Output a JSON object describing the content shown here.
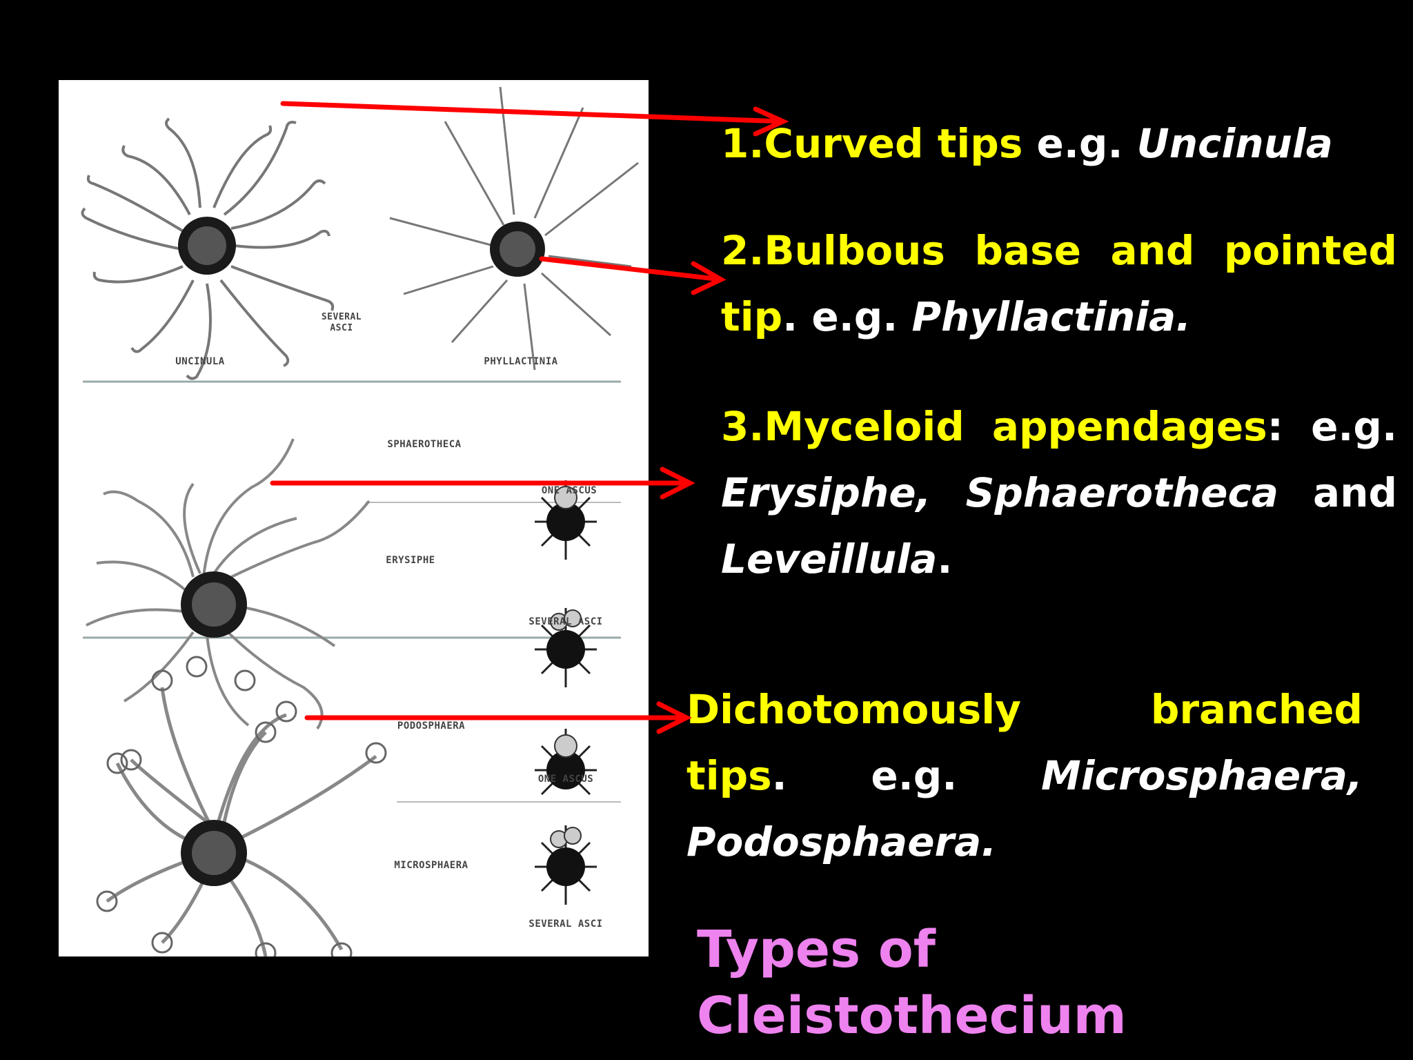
{
  "figure": {
    "labels": {
      "uncinula": "UNCINULA",
      "phyllactinia": "PHYLLACTINIA",
      "several_asci_1": "SEVERAL ASCI",
      "sphaerotheca": "SPHAEROTHECA",
      "one_ascus_1": "ONE ASCUS",
      "erysiphe": "ERYSIPHE",
      "several_asci_2": "SEVERAL ASCI",
      "podosphaera": "PODOSPHAERA",
      "one_ascus_2": "ONE ASCUS",
      "microsphaera": "MICROSPHAERA",
      "several_asci_3": "SEVERAL ASCI"
    }
  },
  "items": [
    {
      "number": "1.",
      "term": "Curved tips",
      "eg": " e.g. ",
      "examples": "Uncinula"
    },
    {
      "number": "2.",
      "term_a": "Bulbous base and pointed",
      "term_b": "tip",
      "eg": ". e.g. ",
      "examples": "Phyllactinia."
    },
    {
      "number": "3.",
      "term": "Myceloid appendages",
      "eg": ": e.g.",
      "ex1": "Erysiphe, Sphaerotheca",
      "and": " and",
      "ex2": "Leveillula",
      "end": "."
    },
    {
      "term_a": "Dichotomously branched",
      "term_b": "tips",
      "eg": ". e.g. ",
      "ex1": "Microsphaera,",
      "ex2": "Podosphaera."
    }
  ],
  "title": "Types of Cleistothecium",
  "colors": {
    "background": "#000000",
    "term": "#ffff00",
    "text": "#ffffff",
    "title": "#ee82ee",
    "arrow": "#ff0000"
  }
}
